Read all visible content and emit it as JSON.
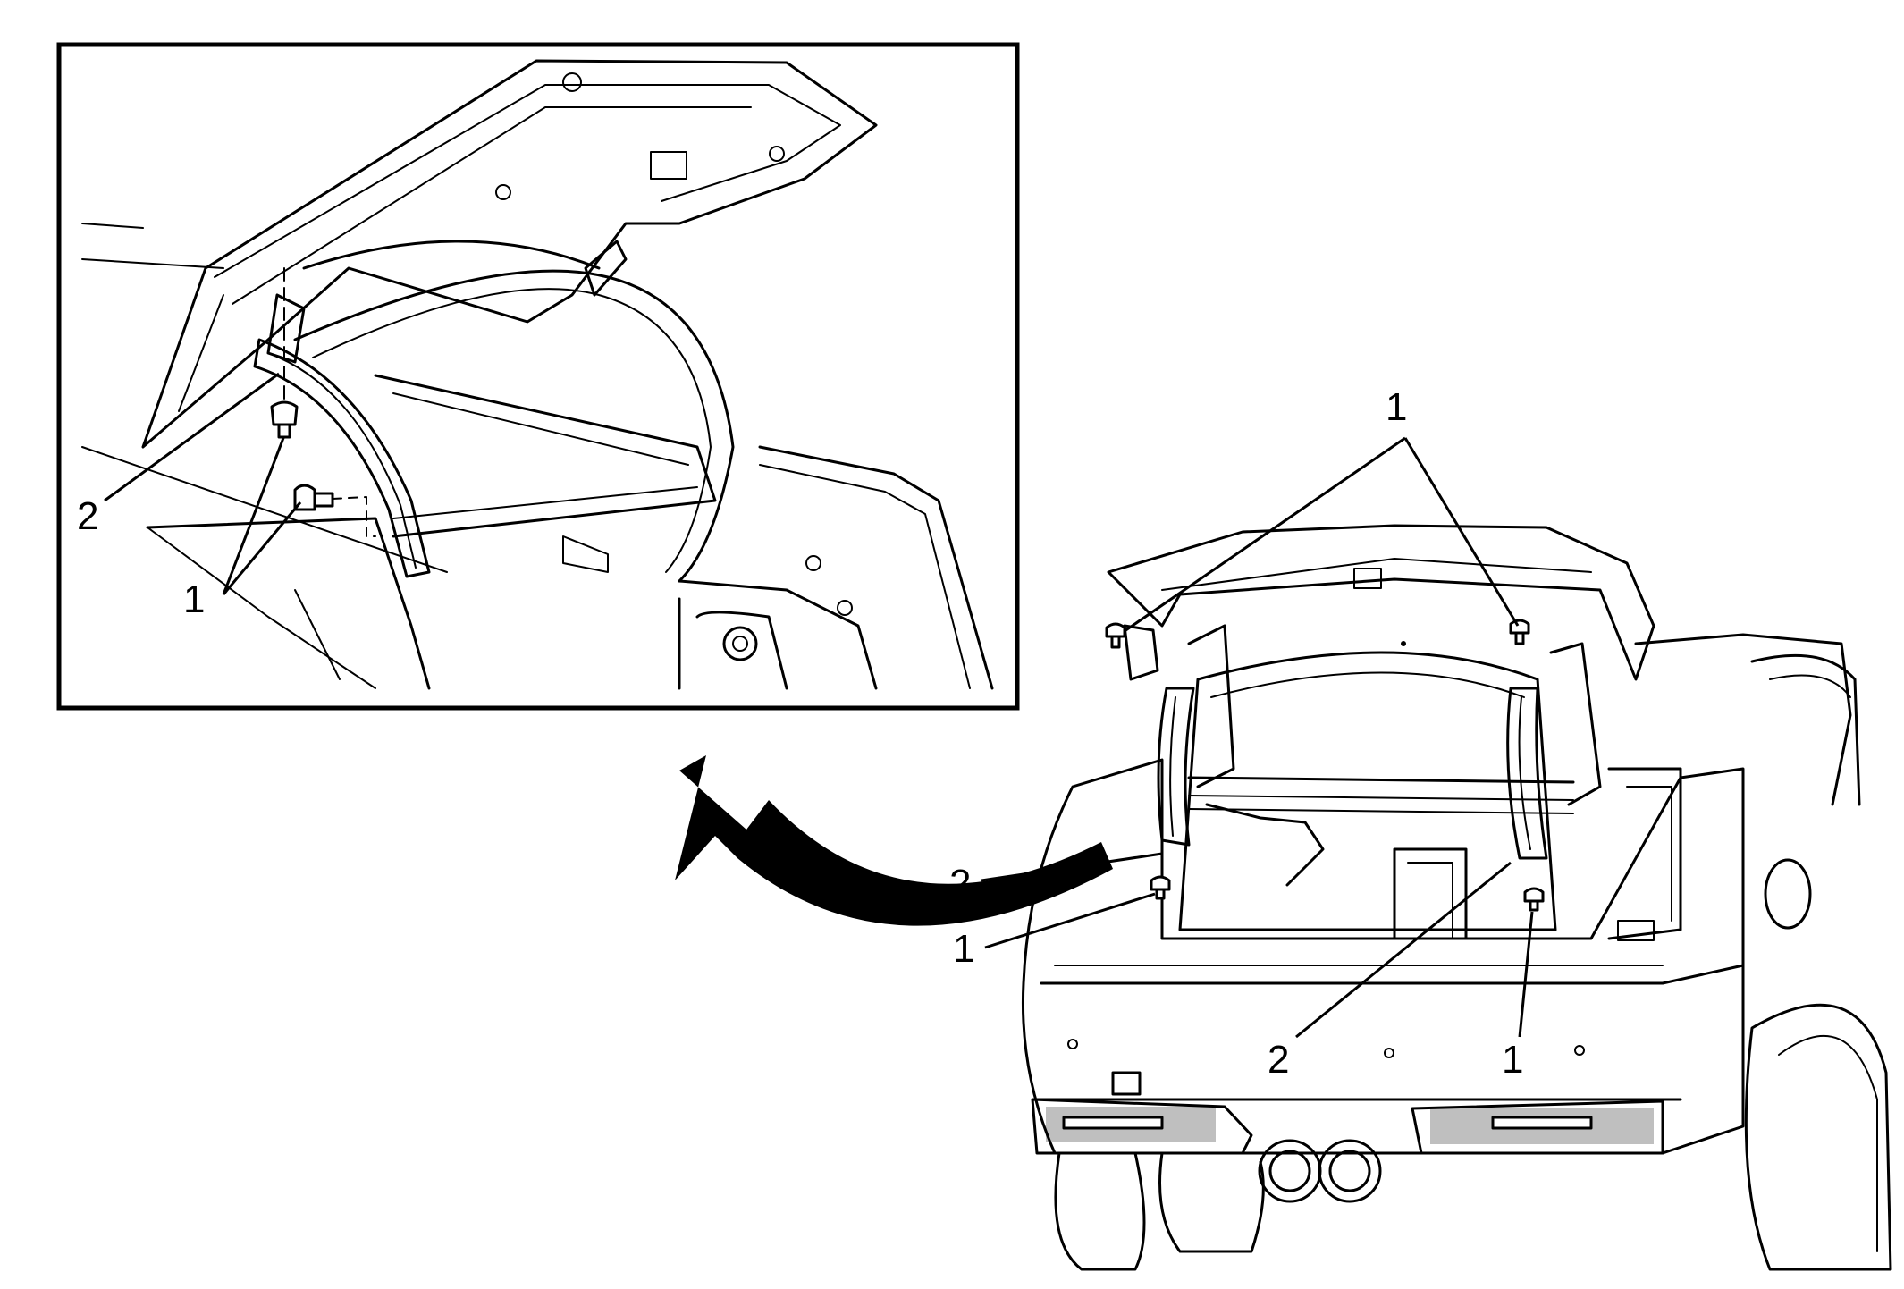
{
  "figure": {
    "inset_callouts": {
      "fastener": "1",
      "trim": "2"
    },
    "main_callouts": {
      "fastener_upper": "1",
      "trim_left": "2",
      "fastener_left": "1",
      "trim_right": "2",
      "fastener_right": "1"
    },
    "colors": {
      "line": "#000000",
      "background": "#ffffff"
    }
  }
}
